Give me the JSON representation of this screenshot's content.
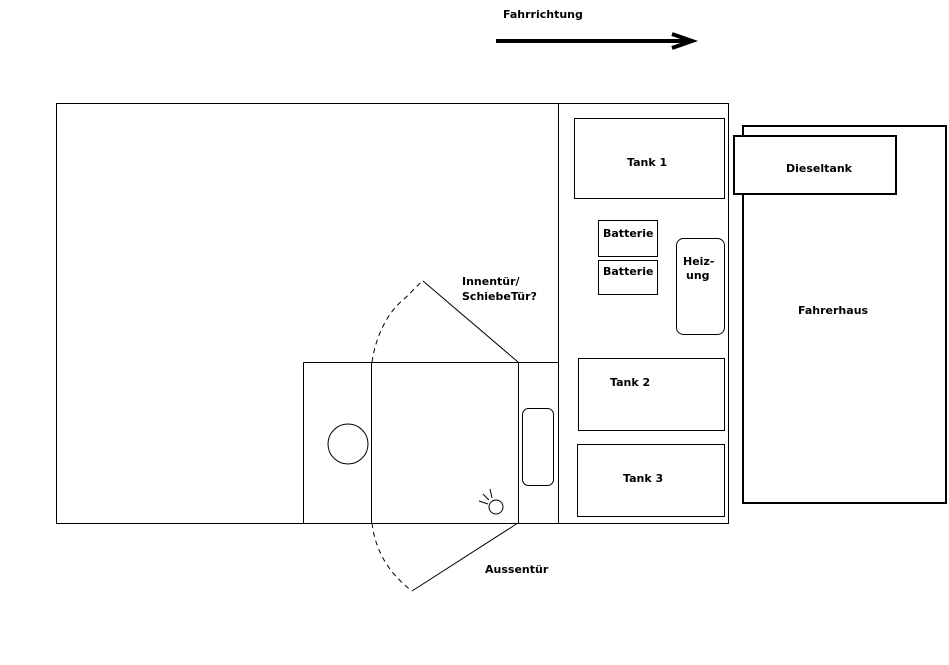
{
  "labels": {
    "direction": "Fahrrichtung",
    "tank1": "Tank 1",
    "dieseltank": "Dieseltank",
    "battery1": "Batterie",
    "battery2": "Batterie",
    "heater_line1": "Heiz-",
    "heater_line2": "ung",
    "inner_door_line1": "Innentür/",
    "inner_door_line2": "SchiebeTür?",
    "cab": "Fahrerhaus",
    "tank2": "Tank 2",
    "tank3": "Tank 3",
    "outer_door": "Aussentür"
  }
}
